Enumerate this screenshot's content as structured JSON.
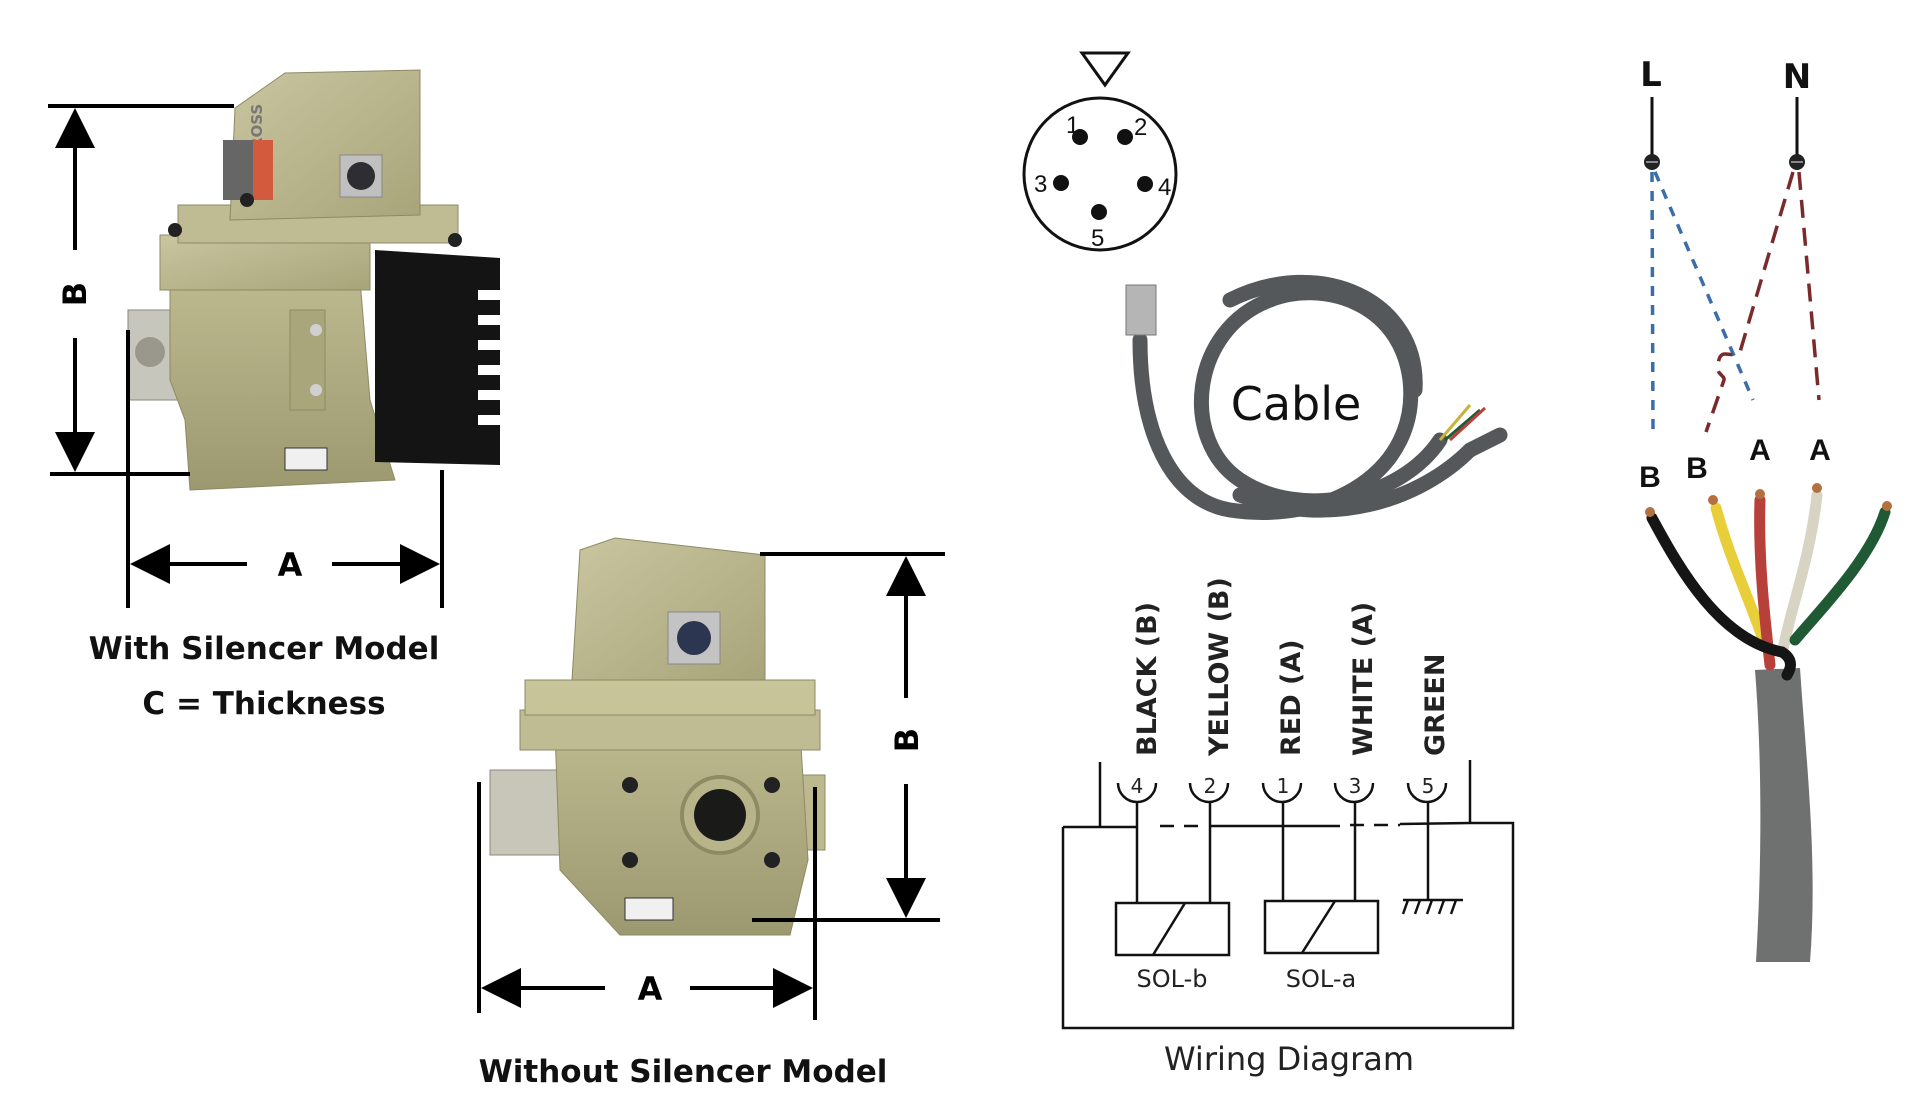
{
  "valve_with_silencer": {
    "caption_line1": "With Silencer Model",
    "caption_line2": "C = Thickness",
    "dim_height": "B",
    "dim_width": "A",
    "brand": "ROSS"
  },
  "valve_without_silencer": {
    "caption": "Without  Silencer Model",
    "dim_height": "B",
    "dim_width": "A"
  },
  "connector": {
    "pins": [
      "1",
      "2",
      "3",
      "4",
      "5"
    ]
  },
  "cable": {
    "label": "Cable"
  },
  "wiring_diagram": {
    "title": "Wiring Diagram",
    "wires": [
      {
        "label": "BLACK (B)",
        "pin": "4"
      },
      {
        "label": "YELLOW (B)",
        "pin": "2"
      },
      {
        "label": "RED (A)",
        "pin": "1"
      },
      {
        "label": "WHITE (A)",
        "pin": "3"
      },
      {
        "label": "GREEN",
        "pin": "5"
      }
    ],
    "solenoids": [
      "SOL-b",
      "SOL-a"
    ]
  },
  "power_connection": {
    "line": "L",
    "neutral": "N",
    "lead_labels": [
      "B",
      "B",
      "A",
      "A"
    ],
    "colors": {
      "line_wire": "#3b6ea8",
      "neutral_wire": "#7a2a2a",
      "black": "#151515",
      "yellow": "#e8cf3a",
      "red": "#b8403a",
      "white": "#d8d4c4",
      "green": "#1f5a34",
      "jacket": "#6f7170"
    }
  }
}
